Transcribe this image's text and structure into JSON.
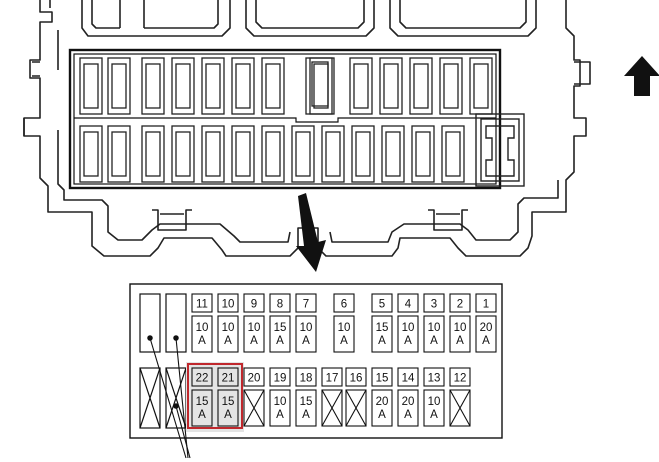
{
  "diagram": {
    "fuse_chart": {
      "top_row": [
        {
          "number": "11",
          "rating": [
            "10",
            "A"
          ]
        },
        {
          "number": "10",
          "rating": [
            "10",
            "A"
          ]
        },
        {
          "number": "9",
          "rating": [
            "10",
            "A"
          ]
        },
        {
          "number": "8",
          "rating": [
            "15",
            "A"
          ]
        },
        {
          "number": "7",
          "rating": [
            "10",
            "A"
          ]
        },
        {
          "number": "6",
          "rating": [
            "10",
            "A"
          ]
        },
        {
          "number": "5",
          "rating": [
            "15",
            "A"
          ]
        },
        {
          "number": "4",
          "rating": [
            "10",
            "A"
          ]
        },
        {
          "number": "3",
          "rating": [
            "10",
            "A"
          ]
        },
        {
          "number": "2",
          "rating": [
            "10",
            "A"
          ]
        },
        {
          "number": "1",
          "rating": [
            "20",
            "A"
          ]
        }
      ],
      "bottom_row": [
        {
          "number": "22",
          "rating": [
            "15",
            "A"
          ],
          "highlighted": true
        },
        {
          "number": "21",
          "rating": [
            "15",
            "A"
          ],
          "highlighted": true
        },
        {
          "number": "20",
          "rating": [],
          "empty": true
        },
        {
          "number": "19",
          "rating": [
            "10",
            "A"
          ]
        },
        {
          "number": "18",
          "rating": [
            "15",
            "A"
          ]
        },
        {
          "number": "17",
          "rating": [],
          "empty": true
        },
        {
          "number": "16",
          "rating": [],
          "empty": true
        },
        {
          "number": "15",
          "rating": [
            "20",
            "A"
          ]
        },
        {
          "number": "14",
          "rating": [
            "20",
            "A"
          ]
        },
        {
          "number": "13",
          "rating": [
            "10",
            "A"
          ]
        },
        {
          "number": "12",
          "rating": [],
          "empty": true
        }
      ],
      "highlight_color": "#c0282d"
    },
    "arrows": [
      "up-arrow",
      "down-pointer-arrow"
    ]
  }
}
